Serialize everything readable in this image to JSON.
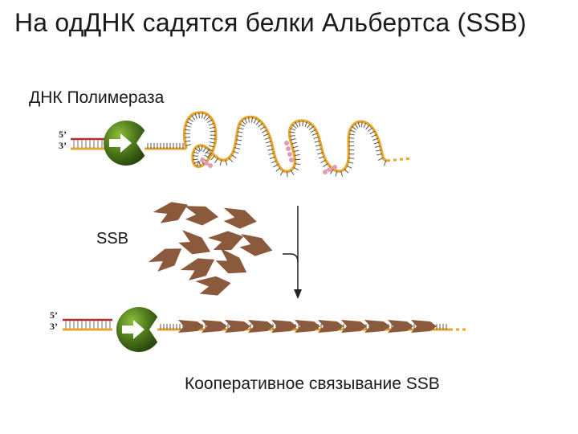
{
  "title": "На одДНК садятся белки Альбертса (SSB)",
  "labels": {
    "polymerase": "ДНК Полимераза",
    "ssb": "SSB",
    "cooperative_binding": "Кооперативное связывание SSB",
    "end5": "5’",
    "end3": "3’"
  },
  "colors": {
    "ssdna_backbone": "#E6A52C",
    "primer_strand": "#B52A2A",
    "polymerase_green": "#4F7A1C",
    "ssb_protein": "#8B5A3C",
    "hairpin_pairing": "#E59AB0"
  },
  "icons": [
    "polymerase-icon",
    "ssb-protein-icon",
    "direction-arrow-icon"
  ]
}
